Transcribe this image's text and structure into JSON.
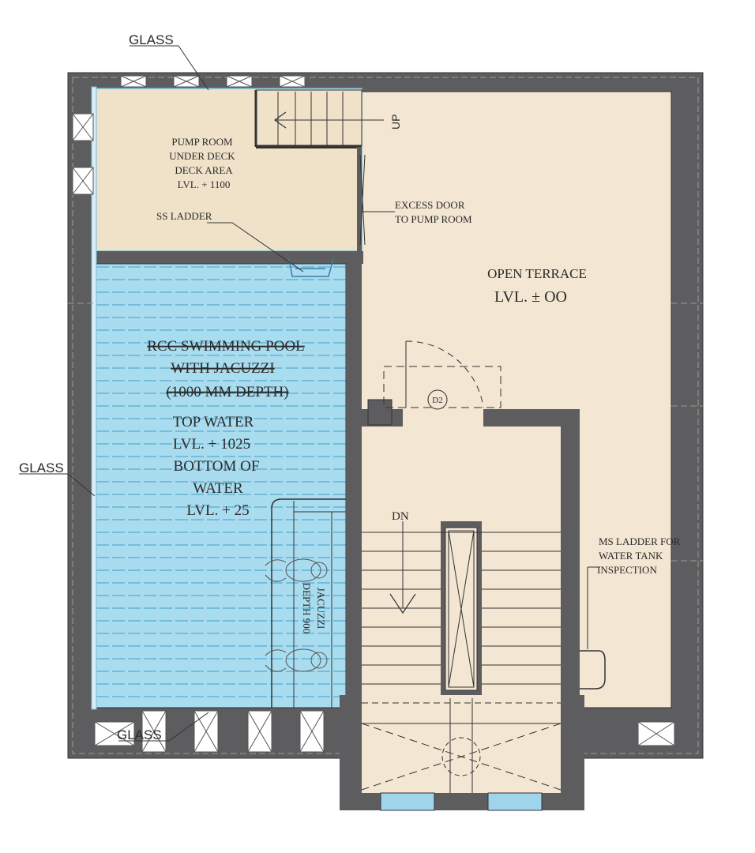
{
  "colors": {
    "wall": "#5d5d5f",
    "floor": "#f3e6d2",
    "deck": "#f0e2c9",
    "water": "#a9dcee",
    "water_lines": "#4aa5cc",
    "line": "#333333"
  },
  "labels": {
    "glass_top": "GLASS",
    "glass_left": "GLASS",
    "glass_bottom": "GLASS",
    "up": "UP",
    "dn": "DN",
    "door_tag": "D2",
    "pump_room": [
      "PUMP ROOM",
      "UNDER DECK",
      "DECK AREA",
      "LVL. + 1100"
    ],
    "ss_ladder": "SS LADDER",
    "excess_door": [
      "EXCESS DOOR",
      "TO PUMP ROOM"
    ],
    "open_terrace": "OPEN TERRACE",
    "terrace_level": "LVL. ± OO",
    "pool": [
      "RCC SWIMMING POOL",
      "WITH JACUZZI",
      "(1000 MM DEPTH)"
    ],
    "water_levels": [
      "TOP WATER",
      "LVL. + 1025",
      "BOTTOM OF",
      "WATER",
      "LVL. + 25"
    ],
    "jacuzzi": [
      "JACUZZI",
      "DEPTH 900"
    ],
    "ms_ladder": [
      "MS LADDER FOR",
      "WATER TANK",
      "INSPECTION"
    ]
  }
}
